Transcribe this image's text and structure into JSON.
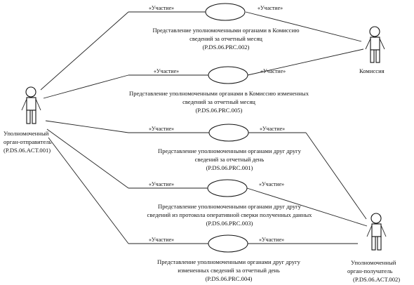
{
  "actors": {
    "sender": {
      "name": "actor-sender",
      "lines": [
        "Уполномоченный",
        "орган-отправитель",
        "(P.DS.06.ACT.001)"
      ]
    },
    "commission": {
      "name": "actor-commission",
      "lines": [
        "Комиссия"
      ]
    },
    "receiver": {
      "name": "actor-receiver",
      "lines": [
        "Уполномоченный",
        "орган-получатель",
        "(P.DS.06.ACT.002)"
      ]
    }
  },
  "use_cases": [
    {
      "name": "use-case-prc-002",
      "lines": [
        "Представление уполномоченными органами в Комиссию",
        "сведений за отчетный месяц",
        "(P.DS.06.PRC.002)"
      ]
    },
    {
      "name": "use-case-prc-005",
      "lines": [
        "Представление уполномоченными органами в Комиссию измененных",
        "сведений за отчетный месяц",
        "(P.DS.06.PRC.005)"
      ]
    },
    {
      "name": "use-case-prc-001",
      "lines": [
        "Представление уполномоченными органами друг другу",
        "сведений за отчетный день",
        "(P.DS.06.PRC.001)"
      ]
    },
    {
      "name": "use-case-prc-003",
      "lines": [
        "Представление уполномоченными органами друг другу",
        "сведений из протокола оперативной сверки полученных данных",
        "(P.DS.06.PRC.003)"
      ]
    },
    {
      "name": "use-case-prc-004",
      "lines": [
        "Представление уполномоченными органами друг другу",
        "измененных сведений за отчетный день",
        "(P.DS.06.PRC.004)"
      ]
    }
  ],
  "associations": [
    {
      "name": "assoc-sender-prc002",
      "label": "«Участие»"
    },
    {
      "name": "assoc-prc002-commission",
      "label": "«Участие»"
    },
    {
      "name": "assoc-sender-prc005",
      "label": "«Участие»"
    },
    {
      "name": "assoc-prc005-commission",
      "label": "«Участие»"
    },
    {
      "name": "assoc-sender-prc001",
      "label": "«Участие»"
    },
    {
      "name": "assoc-prc001-receiver",
      "label": "«Участие»"
    },
    {
      "name": "assoc-sender-prc003",
      "label": "«Участие»"
    },
    {
      "name": "assoc-prc003-receiver",
      "label": "«Участие»"
    },
    {
      "name": "assoc-sender-prc004",
      "label": "«Участие»"
    },
    {
      "name": "assoc-prc004-receiver",
      "label": "«Участие»"
    }
  ]
}
